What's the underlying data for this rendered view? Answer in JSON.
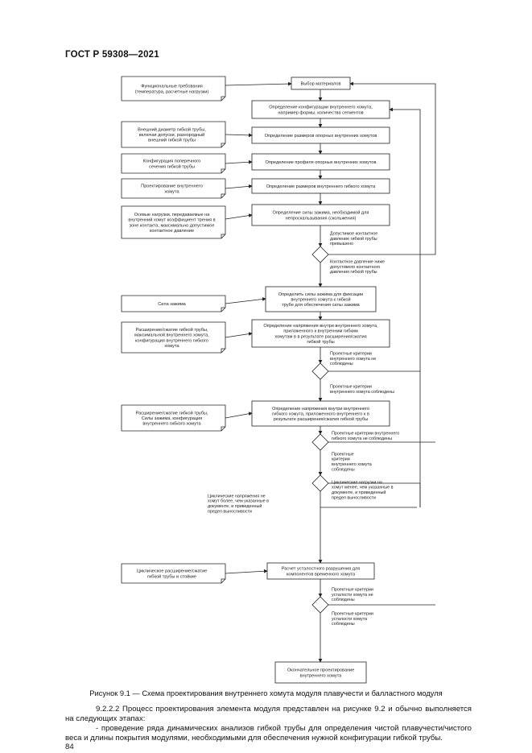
{
  "header": {
    "standard": "ГОСТ Р 59308—2021"
  },
  "flow": {
    "processes": {
      "select_material": [
        "Выбор материалов"
      ],
      "clamp_config": [
        "Определение конфигурации внутреннего хомута,",
        "например формы, количества сегментов"
      ],
      "bearing_size": [
        "Определение размеров опорных внутренних хомутов"
      ],
      "bearing_profile": [
        "Определение профиля опорных внутренних хомутов"
      ],
      "clamp_size": [
        "Определение размеров внутреннего гибкого хомута"
      ],
      "clamp_force": [
        "Определение силы зажима, необходимой для",
        "непроскальзывания (скольжения)"
      ],
      "fixing_force": [
        "Определить силы зажима для фиксации",
        "внутреннего хомута к гибкой",
        "трубе для обеспечения силы зажима"
      ],
      "stress_calc": [
        "Определение напряжения внутри внутреннего хомута,",
        "приложенного к внутренним гибким",
        "хомутам в в результате расширения/сжатия",
        "гибкой трубы"
      ],
      "stress_check": [
        "Определение напряжения внутри внутреннего",
        "гибкого хомута, приложенного внутреннего к в",
        "результате расширения/сжатия гибкой трубы"
      ],
      "fatigue_calc": [
        "Расчет усталостного разрушения для",
        "компонентов временного хомута"
      ],
      "final_design": [
        "Окончательное проектирование",
        "внутреннего хомута"
      ]
    },
    "inputs": {
      "functional_req": [
        "Функциональные требования",
        "(температура, расчетные нагрузки)"
      ],
      "pipe_diam": [
        "Внешний диаметр гибкой трубы,",
        "включая допуски, разнородный",
        "внешний гибкой трубы"
      ],
      "pipe_config": [
        "Конфигурация поперечного",
        "сечения гибкой трубы"
      ],
      "design_internal": [
        "Проектирование внутреннего",
        "хомута"
      ],
      "load_forces": [
        "Осевые нагрузки, передаваемые на",
        "внутренний хомут коэффициент трения в",
        "зоне контакта, максимально допустимое",
        "контактное давление"
      ],
      "clamp_force_in": [
        "Сила зажима"
      ],
      "expansion": [
        "Расширение/сжатие гибкой трубы,",
        "максимальной внутреннего хомута,",
        "конфигурация внутреннего гибкого",
        "хомута"
      ],
      "expansion2": [
        "Расширение/сжатие гибкой трубы,",
        "Силы зажима, конфигурация",
        "внутреннего гибкого хомута"
      ],
      "cyclic": [
        "Циклическое расширение/сжатие",
        "гибкой трубы и стойкие"
      ]
    },
    "notes": {
      "allow_contact": [
        "Допустимое контактное",
        "давление гибкой трубы",
        "превышено"
      ],
      "contact_ok": [
        "Контактное давление ниже",
        "допустимого контактного",
        "давления гибкой трубы"
      ],
      "criteria_fail1": [
        "Проектные критерии",
        "внутреннего хомута не",
        "соблюдены"
      ],
      "criteria_ok1": [
        "Проектные критерии",
        "внутреннего хомута соблюдены"
      ],
      "criteria_fail2": [
        "Проектные критерии внутреннего",
        "гибкого хомута не соблюдены"
      ],
      "criteria_ok2": [
        "Проектные",
        "критерии",
        "внутреннего хомута",
        "соблюдены"
      ],
      "cyclic_load": [
        "Циклические нагрузки на",
        "хомут менее, чем указанные в",
        "документе, и приведенный",
        "предел выносливости"
      ],
      "cyclic_load_left": [
        "Циклические напряжения не",
        "хомут более, чем указанные в",
        "документе, и приведенный",
        "предел выносливости"
      ],
      "fatigue_fail": [
        "Проектные критерии",
        "усталости хомута не",
        "соблюдены"
      ],
      "fatigue_ok": [
        "Проектные критерии",
        "усталости хомута",
        "соблюдены"
      ]
    }
  },
  "caption": "Рисунок 9.1 — Схема проектирования внутреннего хомута модуля плавучести и балластного модуля",
  "paragraphs": [
    "9.2.2.2 Процесс проектирования элемента модуля представлен на рисунке 9.2 и обычно выполняется на следующих этапах:",
    "- проведение ряда динамических анализов гибкой трубы для определения чистой плавучести/чистого веса и длины покрытия модулями, необходимыми для обеспечения нужной конфигурации гибкой трубы."
  ],
  "page_number": "84"
}
